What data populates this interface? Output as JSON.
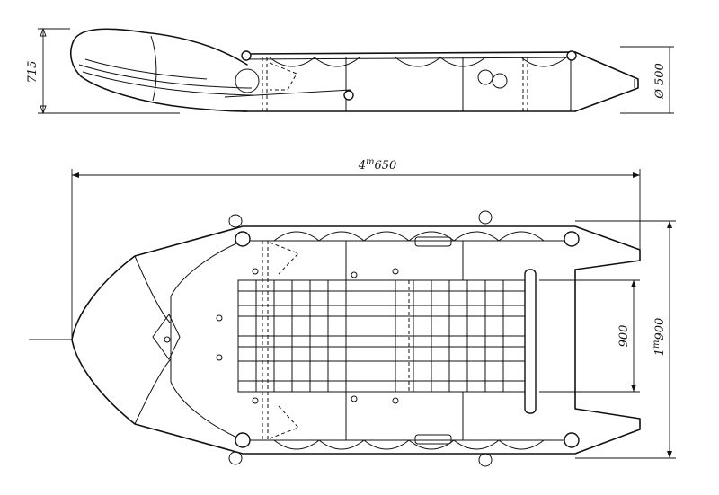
{
  "dimensions": {
    "height_side": "715",
    "tube_diameter": "Ø 500",
    "length_main": "4",
    "length_sup": "m",
    "length_rest": "650",
    "width_main": "1",
    "width_sup": "m",
    "width_rest": "900",
    "floor_width": "900"
  },
  "colors": {
    "ink": "#111111",
    "paper": "#ffffff"
  }
}
